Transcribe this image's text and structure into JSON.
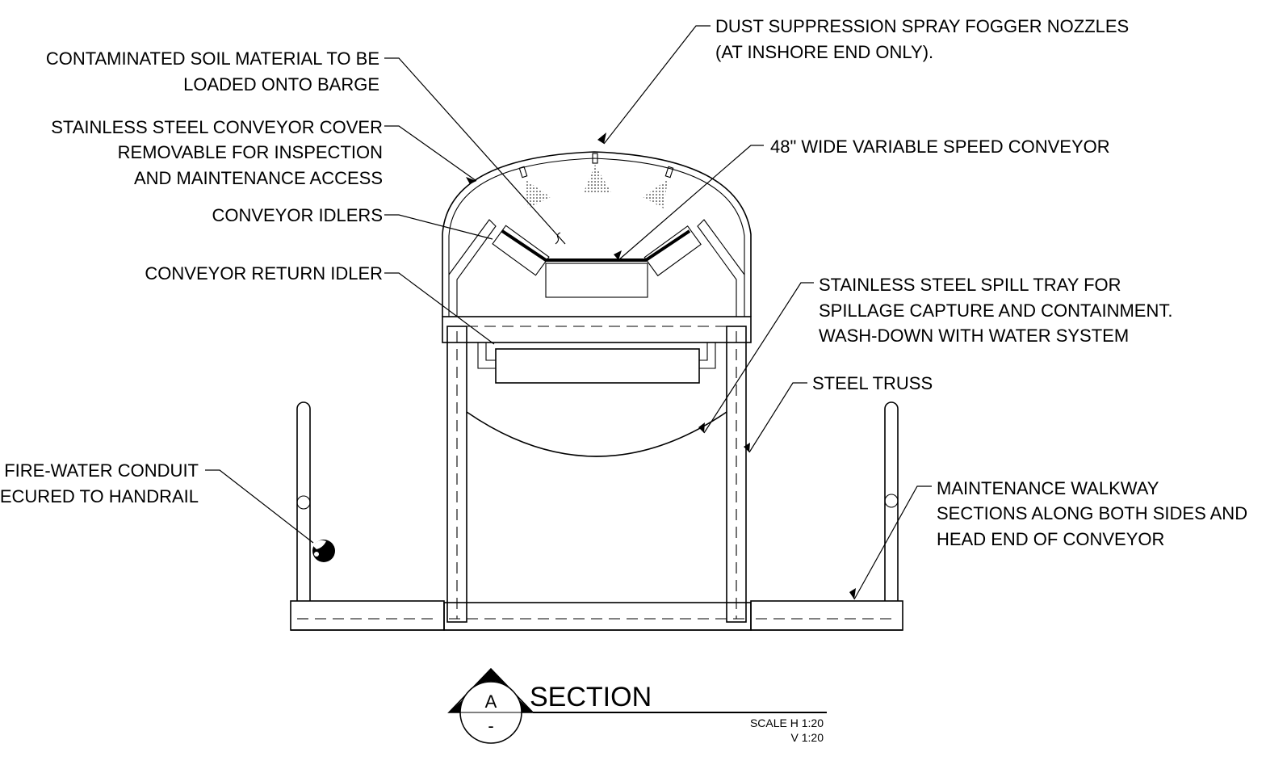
{
  "labels": {
    "contaminated_soil": [
      "CONTAMINATED SOIL MATERIAL TO BE",
      "LOADED ONTO BARGE"
    ],
    "conveyor_cover": [
      "STAINLESS STEEL CONVEYOR COVER",
      "REMOVABLE FOR INSPECTION",
      "AND MAINTENANCE ACCESS"
    ],
    "conveyor_idlers": [
      "CONVEYOR IDLERS"
    ],
    "return_idler": [
      "CONVEYOR RETURN IDLER"
    ],
    "fire_water": [
      "FIRE-WATER CONDUIT",
      "SECURED TO HANDRAIL"
    ],
    "dust_suppression": [
      "DUST SUPPRESSION SPRAY FOGGER NOZZLES",
      "(AT INSHORE END ONLY)."
    ],
    "conveyor_width": [
      "48\" WIDE VARIABLE SPEED CONVEYOR"
    ],
    "spill_tray": [
      "STAINLESS STEEL SPILL TRAY FOR",
      "SPILLAGE CAPTURE AND CONTAINMENT.",
      "WASH-DOWN WITH WATER SYSTEM"
    ],
    "steel_truss": [
      "STEEL TRUSS"
    ],
    "walkway": [
      "MAINTENANCE WALKWAY",
      "SECTIONS ALONG BOTH SIDES AND",
      "HEAD END OF CONVEYOR"
    ]
  },
  "section": {
    "title": "SECTION",
    "letter": "A",
    "sheet": "-",
    "scale_h": "SCALE H 1:20",
    "scale_v": "V 1:20"
  }
}
